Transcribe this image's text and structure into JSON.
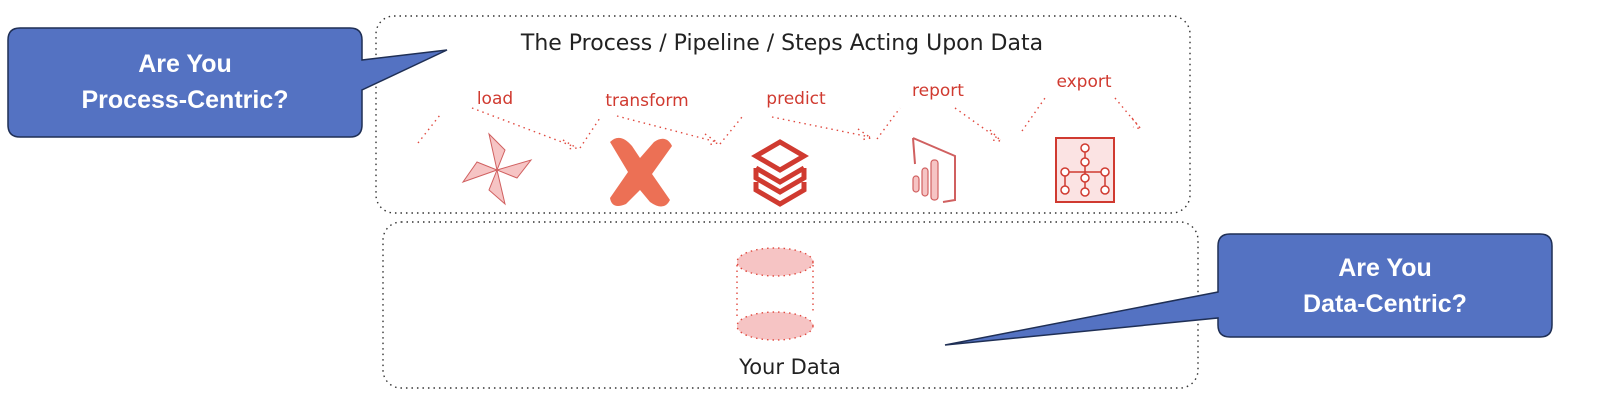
{
  "process_box": {
    "title": "The Process / Pipeline / Steps Acting Upon Data",
    "steps": [
      {
        "label": "load",
        "icon": "pinwheel-icon"
      },
      {
        "label": "transform",
        "icon": "x-logo-icon"
      },
      {
        "label": "predict",
        "icon": "stacked-layers-icon"
      },
      {
        "label": "report",
        "icon": "bar-chart-report-icon"
      },
      {
        "label": "export",
        "icon": "network-graph-icon"
      }
    ]
  },
  "data_box": {
    "label": "Your Data",
    "icon": "database-cylinder-icon"
  },
  "callouts": {
    "process": {
      "line1": "Are You",
      "line2": "Process-Centric?"
    },
    "data": {
      "line1": "Are You",
      "line2": "Data-Centric?"
    }
  },
  "colors": {
    "callout_fill": "#5472c2",
    "callout_border": "#1f2f55",
    "step_red": "#d03a30",
    "icon_orange": "#ec7055",
    "icon_pink": "#f6c4c4"
  }
}
